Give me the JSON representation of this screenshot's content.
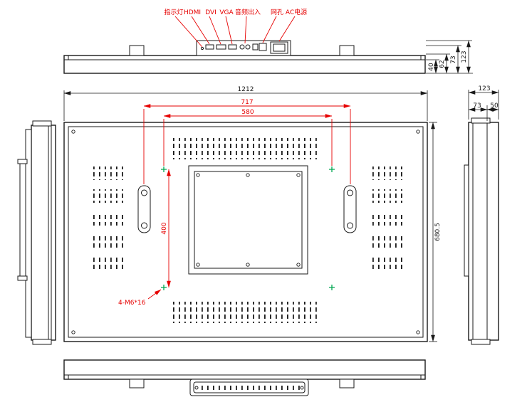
{
  "meta": {
    "title": "Wall-mount LCD display technical drawing"
  },
  "colors": {
    "line": "#1a1a1a",
    "dim_red": "#e60000",
    "marker_green": "#00a651",
    "bg": "#ffffff"
  },
  "top_view": {
    "labels": {
      "indicator": "指示灯",
      "hdmi": "HDMI",
      "dvi": "DVI",
      "vga": "VGA",
      "audio": "音频出入",
      "lan": "网孔",
      "power": "AC电源"
    },
    "dims": {
      "h40": "40",
      "h62": "62",
      "h73": "73",
      "h123": "123"
    }
  },
  "rear_view": {
    "dims": {
      "overall_width": "1212",
      "bracket_span": "717",
      "hole_span": "580",
      "hole_height": "400",
      "overall_height": "680.5",
      "mount_note": "4-M6*16"
    }
  },
  "side_view": {
    "dims": {
      "total": "123",
      "front": "73",
      "rear": "50"
    }
  }
}
